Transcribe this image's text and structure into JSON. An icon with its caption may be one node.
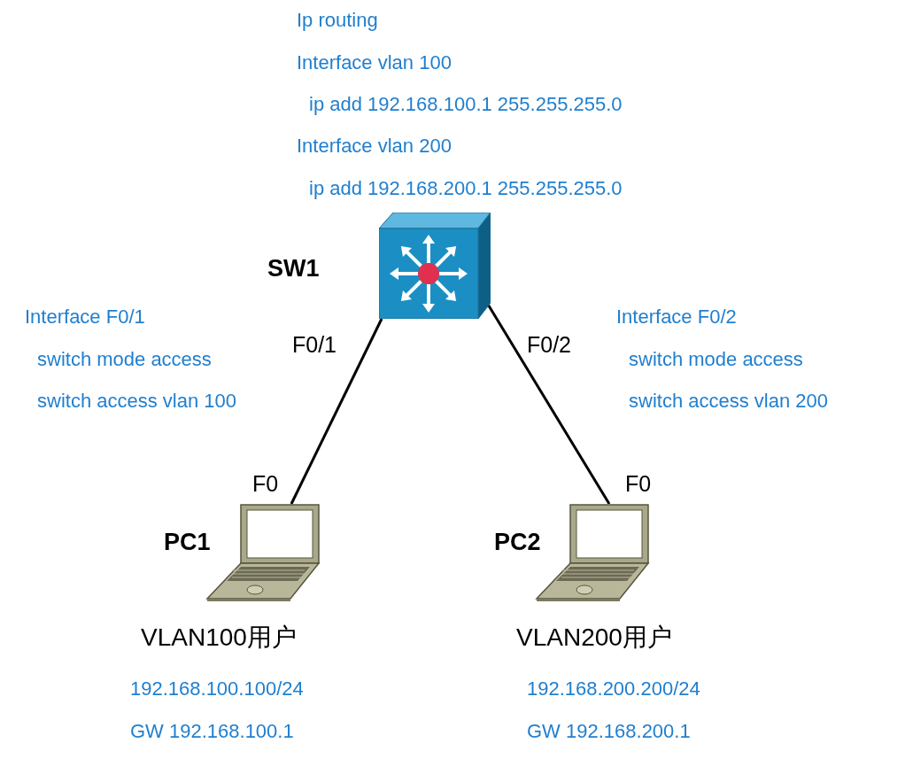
{
  "diagram": {
    "nodes": [
      {
        "text": [],
        "shape": "picture",
        "beside": [
          "SW1"
        ]
      },
      {
        "text": [],
        "shape": "picture",
        "beside": [
          "PC1"
        ]
      },
      {
        "text": [],
        "shape": "picture",
        "beside": [
          "PC2"
        ]
      }
    ],
    "edges": [
      {
        "from": 0,
        "to": 1,
        "arrow": "none"
      },
      {
        "from": 0,
        "to": 2,
        "arrow": "none"
      }
    ],
    "labels": [
      "Ip routing",
      "Interface vlan 100",
      "ip add 192.168.100.1 255.255.255.0",
      "Interface vlan 200",
      "ip add 192.168.200.1 255.255.255.0",
      "Interface F0/1",
      "switch mode access",
      "switch access vlan 100",
      "F0/1",
      "F0/2",
      "Interface F0/2",
      "switch mode access",
      "switch access vlan 200",
      "F0",
      "F0",
      "VLAN100用户",
      "VLAN200用户",
      "192.168.100.100/24",
      "192.168.200.200/24",
      "GW 192.168.100.1",
      "GW 192.168.200.1"
    ]
  }
}
